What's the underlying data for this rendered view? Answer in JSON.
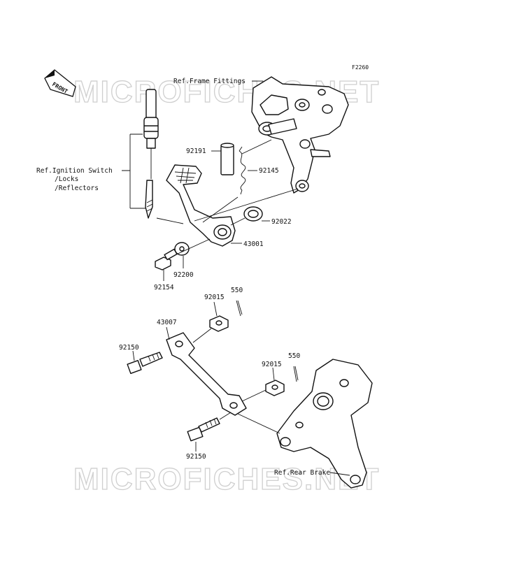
{
  "figure_code": "F2260",
  "watermark": {
    "top": "MICROFICHES.NET",
    "bottom": "MICROFICHES.NET"
  },
  "front_badge": "FRONT",
  "references": {
    "frame_fittings": "Ref.Frame Fittings",
    "ignition_switch": "Ref.Ignition Switch",
    "locks": "/Locks",
    "reflectors": "/Reflectors",
    "rear_brake": "Ref.Rear Brake"
  },
  "parts": {
    "p92191": "92191",
    "p92145": "92145",
    "p92022": "92022",
    "p43001": "43001",
    "p92200": "92200",
    "p92154": "92154",
    "p92015a": "92015",
    "p550a": "550",
    "p43007": "43007",
    "p92150a": "92150",
    "p92015b": "92015",
    "p550b": "550",
    "p92150b": "92150"
  }
}
